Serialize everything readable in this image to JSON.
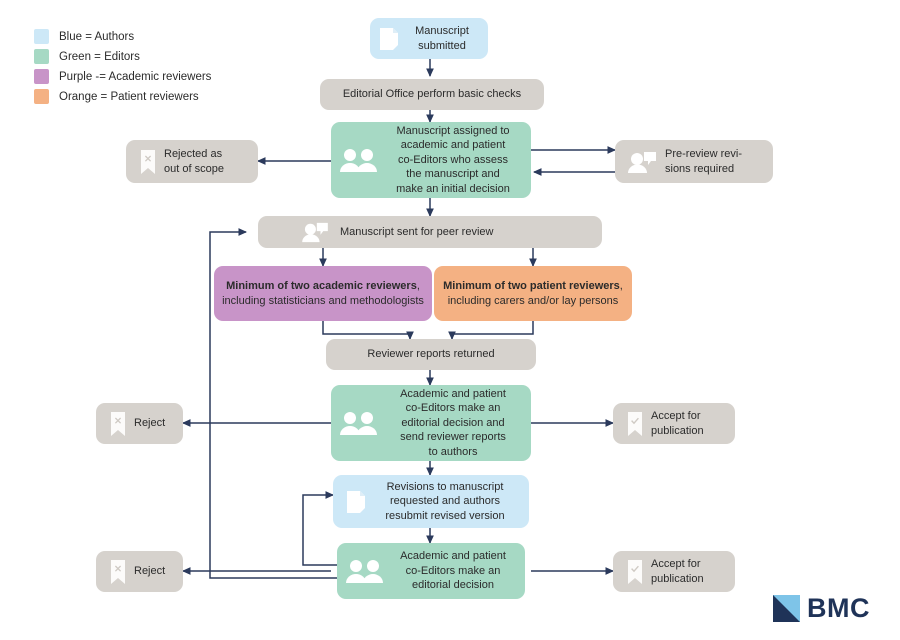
{
  "legend": {
    "items": [
      {
        "label": "Blue = Authors",
        "color": "#cde8f7",
        "icon": "color-swatch-blue"
      },
      {
        "label": "Green = Editors",
        "color": "#a6d9c4",
        "icon": "color-swatch-green"
      },
      {
        "label": "Purple -= Academic reviewers",
        "color": "#c894c8",
        "icon": "color-swatch-purple"
      },
      {
        "label": "Orange =  Patient reviewers",
        "color": "#f4b183",
        "icon": "color-swatch-orange"
      }
    ]
  },
  "nodes": {
    "manuscript_submitted": {
      "line1": "Manuscript",
      "line2": "submitted",
      "icon": "document-icon",
      "color": "#cde8f7"
    },
    "basic_checks": {
      "line1": "Editorial Office perform basic checks",
      "icon": "none",
      "color": "#d6d2cd"
    },
    "assigned_to_coeditors": {
      "line1": "Manuscript assigned to",
      "line2": "academic and patient",
      "line3": "co-Editors who assess",
      "line4": "the manuscript and",
      "line5": "make an initial decision",
      "icon": "two-people-icon",
      "color": "#a6d9c4"
    },
    "rejected_out_of_scope": {
      "line1": "Rejected as",
      "line2": "out of scope",
      "icon": "bookmark-x-icon",
      "color": "#d6d2cd"
    },
    "pre_review_revisions": {
      "line1": "Pre-review revi-",
      "line2": "sions required",
      "icon": "person-comment-icon",
      "color": "#d6d2cd"
    },
    "sent_for_peer_review": {
      "line1": "Manuscript sent for peer review",
      "icon": "person-comment-icon",
      "color": "#d6d2cd"
    },
    "academic_reviewers": {
      "bold": "Minimum of two academic reviewers",
      "rest": ", including statisticians and methodologists",
      "icon": "none",
      "color": "#c894c8"
    },
    "patient_reviewers": {
      "bold": "Minimum of two patient reviewers",
      "rest": ", including carers and/or lay persons",
      "icon": "none",
      "color": "#f4b183"
    },
    "reviewer_reports_returned": {
      "line1": "Reviewer reports returned",
      "icon": "none",
      "color": "#d6d2cd"
    },
    "editorial_decision_reports": {
      "line1": "Academic and patient",
      "line2": "co-Editors make an",
      "line3": "editorial decision and",
      "line4": "send reviewer reports",
      "line5": "to authors",
      "icon": "two-people-icon",
      "color": "#a6d9c4"
    },
    "reject_1": {
      "line1": "Reject",
      "icon": "bookmark-x-icon",
      "color": "#d6d2cd"
    },
    "accept_1": {
      "line1": "Accept for",
      "line2": "publication",
      "icon": "bookmark-check-icon",
      "color": "#d6d2cd"
    },
    "revisions_requested": {
      "line1": "Revisions to manuscript",
      "line2": "requested and authors",
      "line3": "resubmit revised version",
      "icon": "document-icon",
      "color": "#cde8f7"
    },
    "editorial_decision_final": {
      "line1": "Academic and patient",
      "line2": "co-Editors make an",
      "line3": "editorial decision",
      "icon": "two-people-icon",
      "color": "#a6d9c4"
    },
    "reject_2": {
      "line1": "Reject",
      "icon": "bookmark-x-icon",
      "color": "#d6d2cd"
    },
    "accept_2": {
      "line1": "Accept for",
      "line2": "publication",
      "icon": "bookmark-check-icon",
      "color": "#d6d2cd"
    }
  },
  "logo": {
    "text": "BMC",
    "mark_light": "#7ec4e8",
    "mark_dark": "#1f3358"
  },
  "style": {
    "edge_color": "#2b3a5c"
  }
}
